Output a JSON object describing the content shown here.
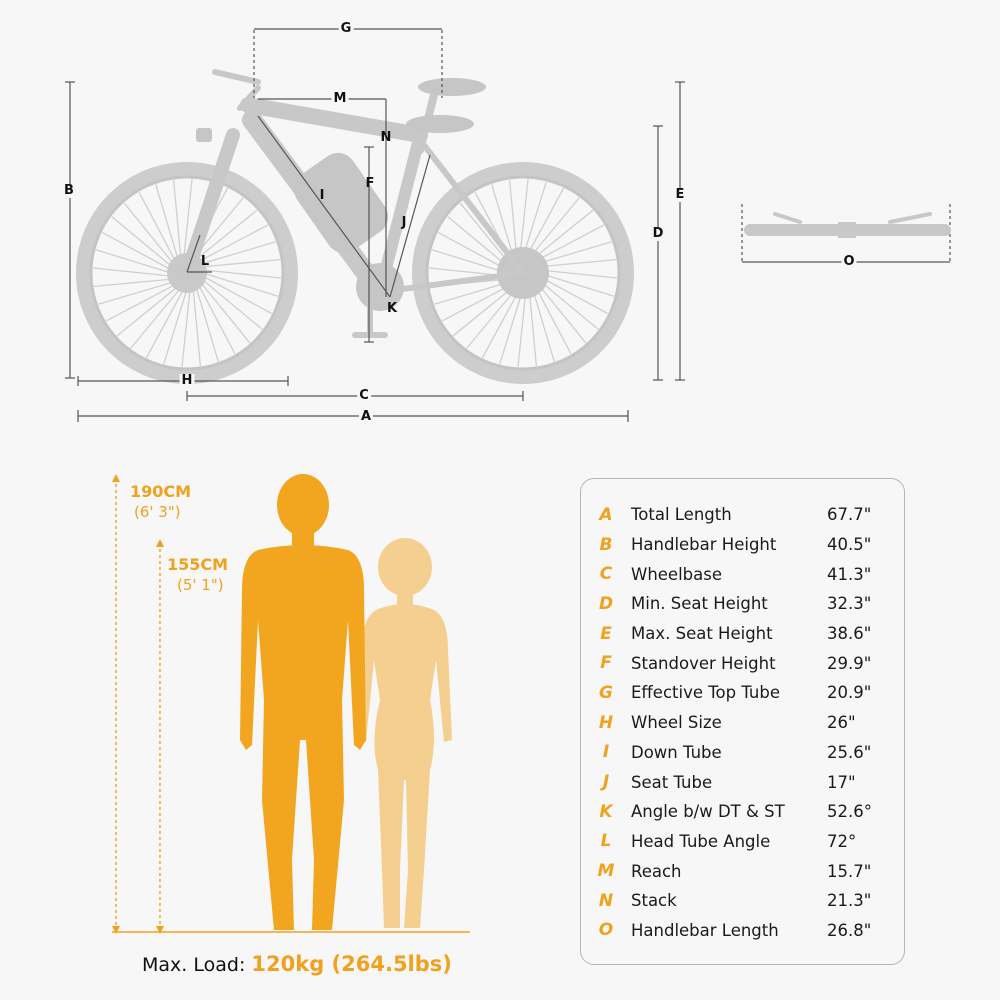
{
  "bike": {
    "labels": {
      "A": "A",
      "B": "B",
      "C": "C",
      "D": "D",
      "E": "E",
      "F": "F",
      "G": "G",
      "H": "H",
      "I": "I",
      "J": "J",
      "K": "K",
      "L": "L",
      "M": "M",
      "N": "N",
      "O": "O"
    }
  },
  "heights": {
    "tall": {
      "metric": "190CM",
      "imperial": "(6' 3\")"
    },
    "short": {
      "metric": "155CM",
      "imperial": "(5' 1\")"
    }
  },
  "max_load": {
    "label": "Max. Load:",
    "value": "120kg (264.5lbs)"
  },
  "colors": {
    "accent": "#f0a21e",
    "accent_light": "#f5cf8f",
    "bike_gray": "#c8c8c8",
    "text": "#1a1a1a"
  },
  "specs": [
    {
      "letter": "A",
      "name": "Total Length",
      "value": "67.7\""
    },
    {
      "letter": "B",
      "name": "Handlebar Height",
      "value": "40.5\""
    },
    {
      "letter": "C",
      "name": "Wheelbase",
      "value": "41.3\""
    },
    {
      "letter": "D",
      "name": "Min. Seat Height",
      "value": "32.3\""
    },
    {
      "letter": "E",
      "name": "Max. Seat Height",
      "value": "38.6\""
    },
    {
      "letter": "F",
      "name": "Standover Height",
      "value": "29.9\""
    },
    {
      "letter": "G",
      "name": "Effective Top Tube",
      "value": "20.9\""
    },
    {
      "letter": "H",
      "name": "Wheel Size",
      "value": "26\""
    },
    {
      "letter": "I",
      "name": "Down Tube",
      "value": "25.6\""
    },
    {
      "letter": "J",
      "name": "Seat Tube",
      "value": "17\""
    },
    {
      "letter": "K",
      "name": "Angle b/w DT & ST",
      "value": "52.6°"
    },
    {
      "letter": "L",
      "name": "Head Tube Angle",
      "value": "72°"
    },
    {
      "letter": "M",
      "name": "Reach",
      "value": "15.7\""
    },
    {
      "letter": "N",
      "name": "Stack",
      "value": "21.3\""
    },
    {
      "letter": "O",
      "name": "Handlebar Length",
      "value": "26.8\""
    }
  ]
}
